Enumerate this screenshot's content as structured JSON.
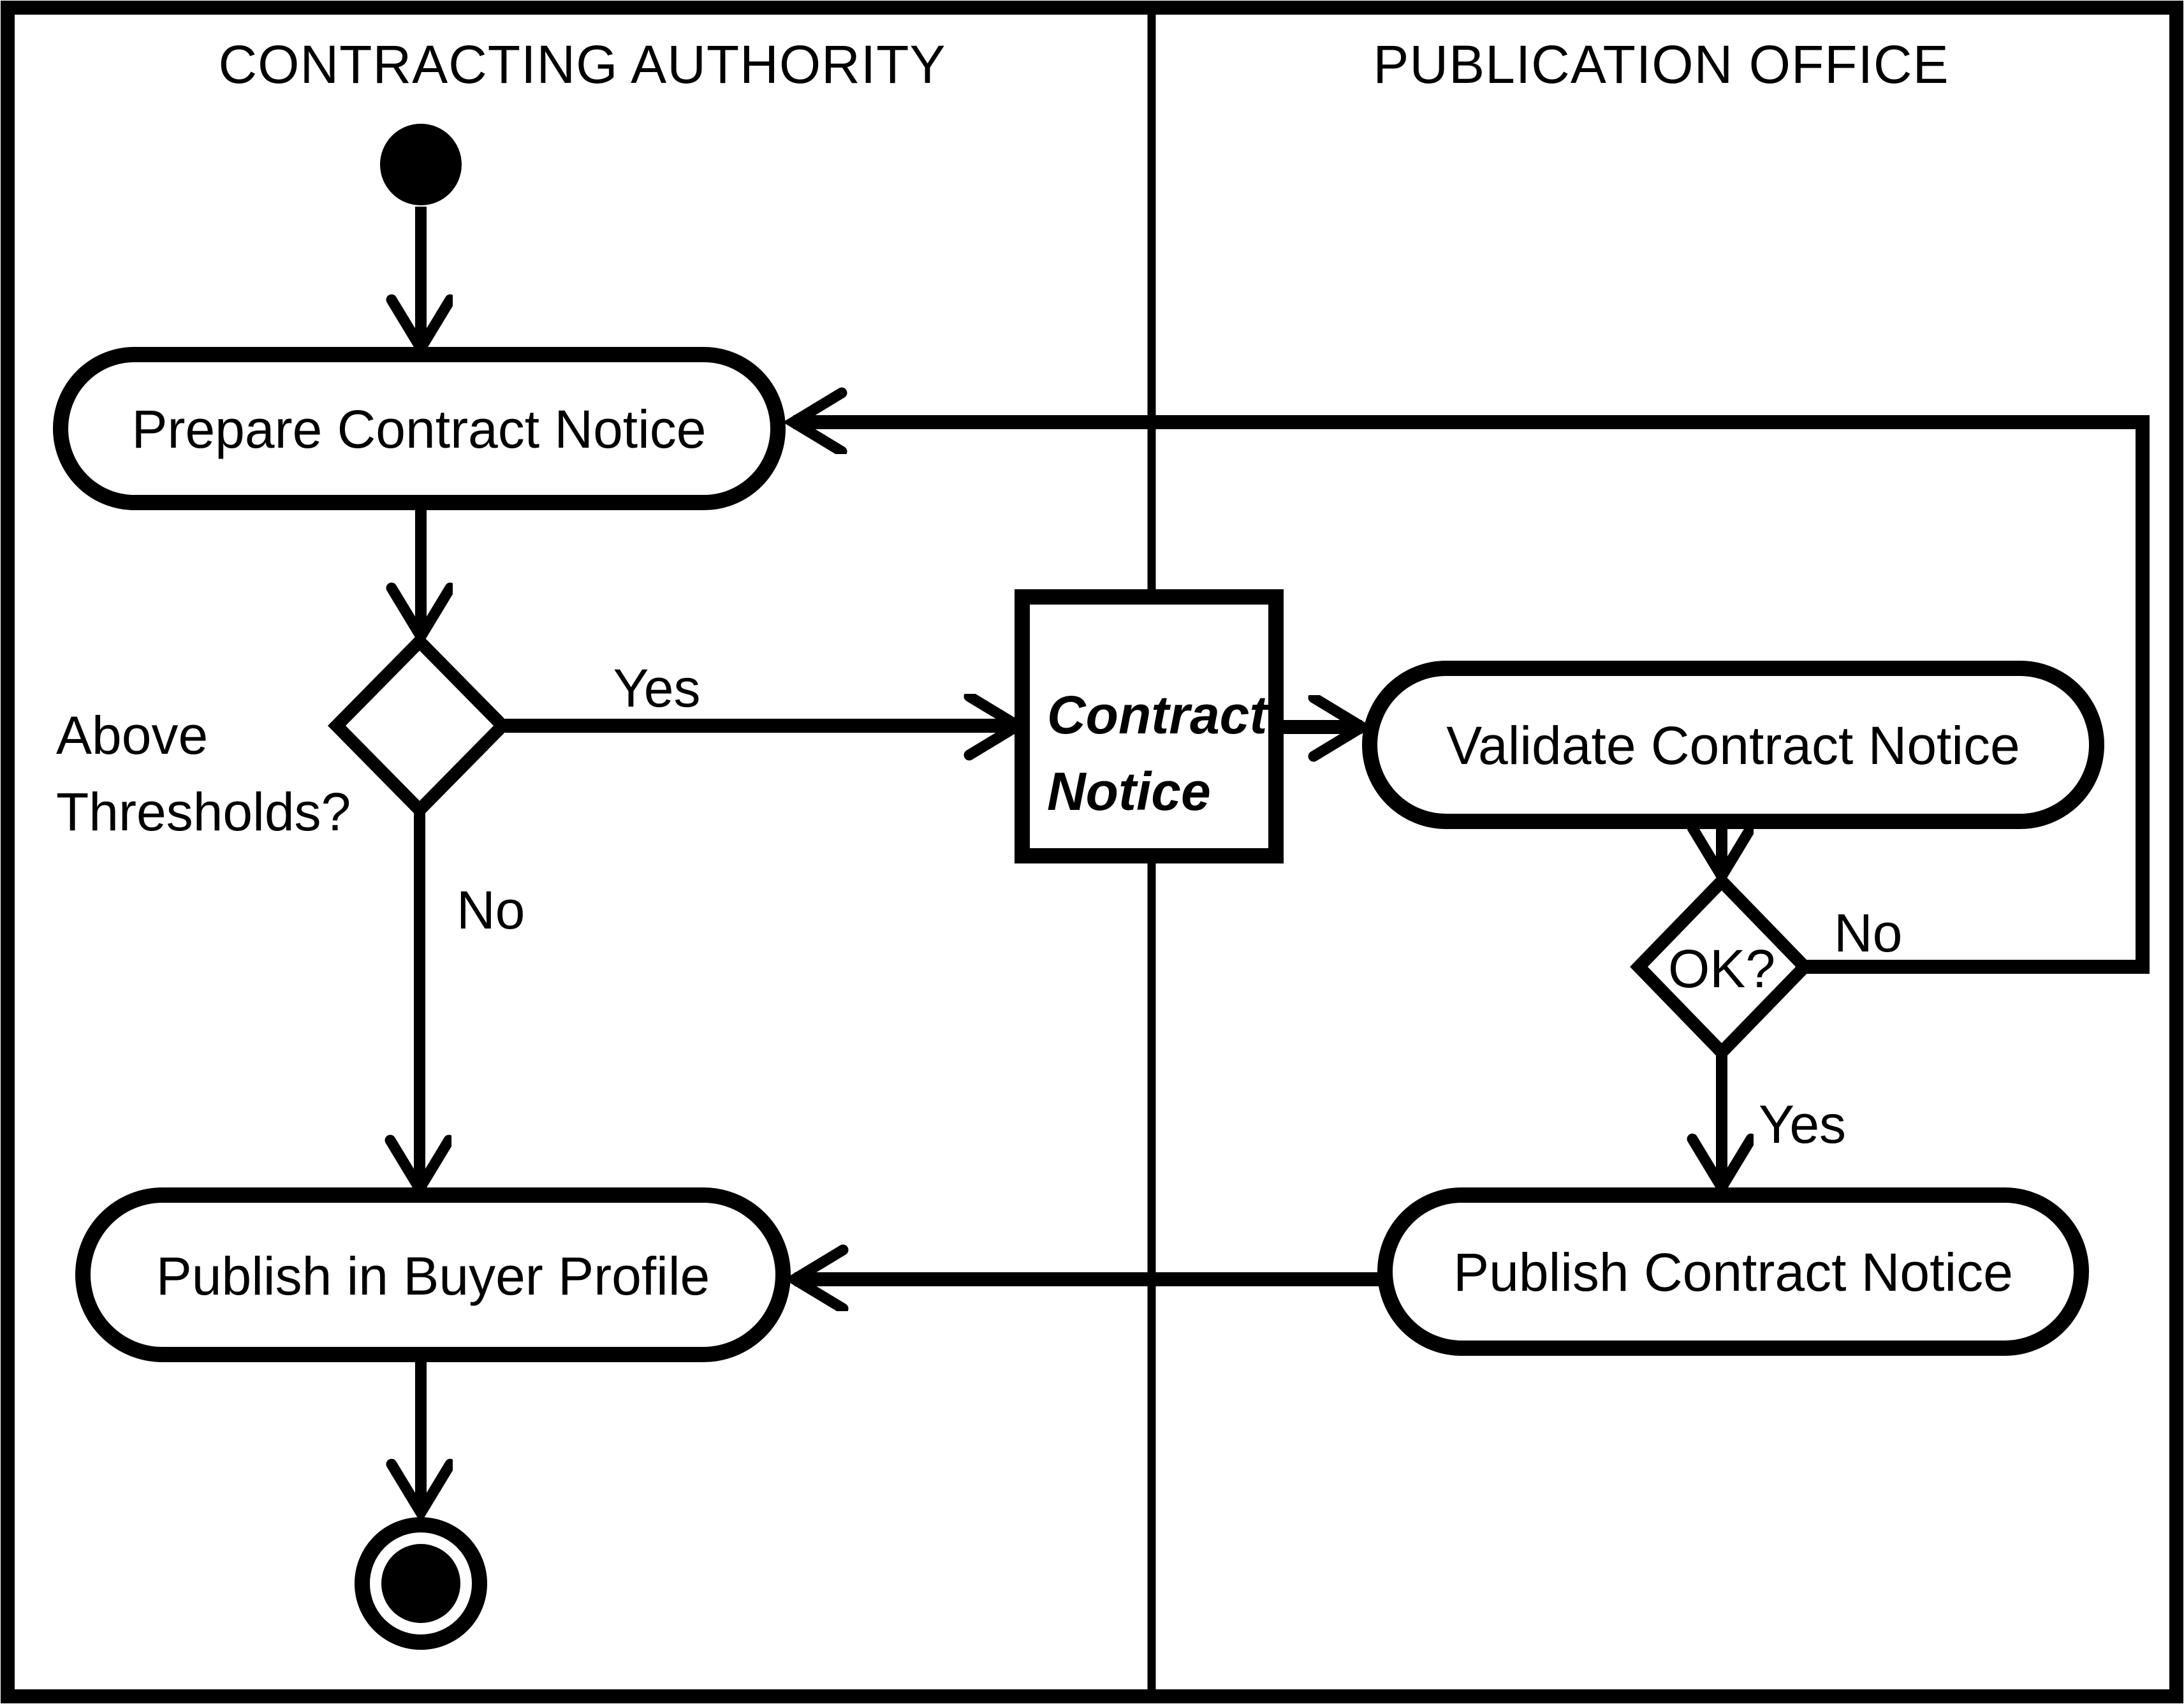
{
  "colors": {
    "ink": "#000000",
    "paper": "#ffffff"
  },
  "lanes": {
    "left_title": "CONTRACTING AUTHORITY",
    "right_title": "PUBLICATION OFFICE"
  },
  "nodes": {
    "prepare_contract_notice": {
      "label": "Prepare Contract Notice"
    },
    "above_thresholds_question": {
      "line1": "Above",
      "line2": "Thresholds?"
    },
    "contract_notice_object": {
      "line1": "Contract",
      "line2": "Notice"
    },
    "validate_contract_notice": {
      "label": "Validate Contract Notice"
    },
    "ok_question": {
      "label": "OK?"
    },
    "publish_contract_notice": {
      "label": "Publish Contract Notice"
    },
    "publish_in_buyer_profile": {
      "label": "Publish in Buyer Profile"
    }
  },
  "edges": {
    "above_thresholds_yes": "Yes",
    "above_thresholds_no": "No",
    "ok_no": "No",
    "ok_yes": "Yes"
  }
}
